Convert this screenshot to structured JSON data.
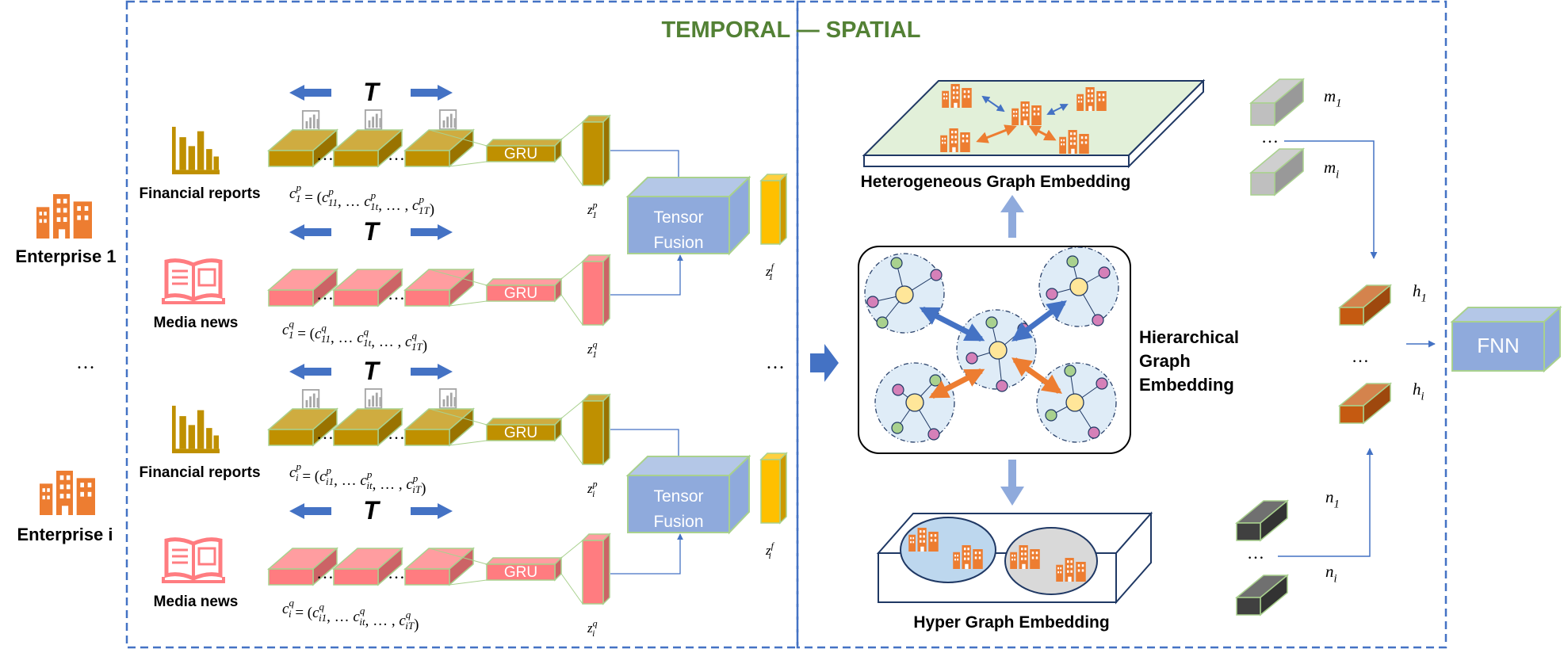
{
  "header": {
    "title": "TEMPORAL — SPATIAL"
  },
  "enterprises": [
    {
      "label": "Enterprise 1"
    },
    {
      "label": "Enterprise i"
    }
  ],
  "ellipsis": "…",
  "time_label": "T",
  "rows": [
    {
      "source": "Financial reports",
      "gru": "GRU",
      "sequence": {
        "var": "c",
        "sub": "1",
        "sup": "p",
        "terms": [
          "11",
          "1t",
          "1T"
        ]
      },
      "z": {
        "sub": "1",
        "sup": "p"
      }
    },
    {
      "source": "Media news",
      "gru": "GRU",
      "sequence": {
        "var": "c",
        "sub": "1",
        "sup": "q",
        "terms": [
          "11",
          "1t",
          "1T"
        ]
      },
      "z": {
        "sub": "1",
        "sup": "q"
      }
    },
    {
      "source": "Financial reports",
      "gru": "GRU",
      "sequence": {
        "var": "c",
        "sub": "i",
        "sup": "p",
        "terms": [
          "i1",
          "it",
          "iT"
        ]
      },
      "z": {
        "sub": "i",
        "sup": "p"
      }
    },
    {
      "source": "Media news",
      "gru": "GRU",
      "sequence": {
        "var": "c",
        "sub": "i",
        "sup": "q",
        "terms": [
          "i1",
          "it",
          "iT"
        ]
      },
      "z": {
        "sub": "i",
        "sup": "q"
      }
    }
  ],
  "fusion": [
    {
      "label_line1": "Tensor",
      "label_line2": "Fusion",
      "z": {
        "sub": "1",
        "sup": "f"
      }
    },
    {
      "label_line1": "Tensor",
      "label_line2": "Fusion",
      "z": {
        "sub": "i",
        "sup": "f"
      }
    }
  ],
  "graphs": {
    "heterogeneous": "Heterogeneous Graph Embedding",
    "hierarchical_line1": "Hierarchical",
    "hierarchical_line2": "Graph",
    "hierarchical_line3": "Embedding",
    "hyper": "Hyper Graph Embedding"
  },
  "vectors": {
    "m": [
      {
        "base": "m",
        "sub": "1"
      },
      {
        "base": "m",
        "sub": "i"
      }
    ],
    "h": [
      {
        "base": "h",
        "sub": "1"
      },
      {
        "base": "h",
        "sub": "i"
      }
    ],
    "n": [
      {
        "base": "n",
        "sub": "1"
      },
      {
        "base": "n",
        "sub": "i"
      }
    ]
  },
  "output": {
    "label": "FNN"
  },
  "colors": {
    "dashed_border": "#4472C4",
    "title_green": "#538135",
    "financial": "#BF9000",
    "media": "#FF7C80",
    "enterprise_orange": "#ED7D31",
    "fusion_blue": "#8FAADC",
    "arrow_blue": "#4472C4",
    "fusion_out": "#FFC000",
    "green_border": "#A9D18E"
  }
}
